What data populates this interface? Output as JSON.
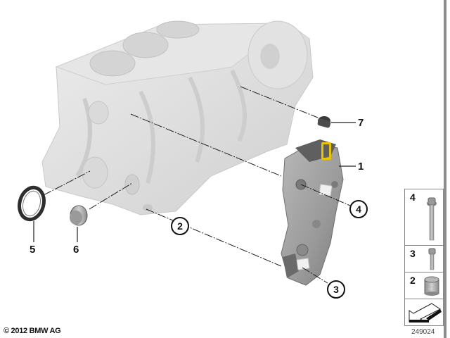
{
  "diagram": {
    "title": "Engine block with crankcase parts",
    "copyright": "© 2012 BMW AG",
    "diagram_id": "249024",
    "highlight_color": "#e8c400",
    "callouts": [
      {
        "number": "1",
        "style": "plain",
        "part": "bracket / oil pump housing"
      },
      {
        "number": "2",
        "style": "circled",
        "part": "dowel sleeve"
      },
      {
        "number": "3",
        "style": "circled",
        "part": "short bolt"
      },
      {
        "number": "4",
        "style": "circled",
        "part": "long bolt"
      },
      {
        "number": "5",
        "style": "plain",
        "part": "shaft seal ring"
      },
      {
        "number": "6",
        "style": "plain",
        "part": "screw plug"
      },
      {
        "number": "7",
        "style": "plain",
        "part": "sensor"
      }
    ]
  },
  "legend": {
    "items": [
      {
        "number": "4",
        "icon": "long-bolt-icon"
      },
      {
        "number": "3",
        "icon": "short-bolt-icon"
      },
      {
        "number": "2",
        "icon": "sleeve-icon"
      },
      {
        "number": "",
        "icon": "direction-arrow-icon"
      }
    ]
  }
}
